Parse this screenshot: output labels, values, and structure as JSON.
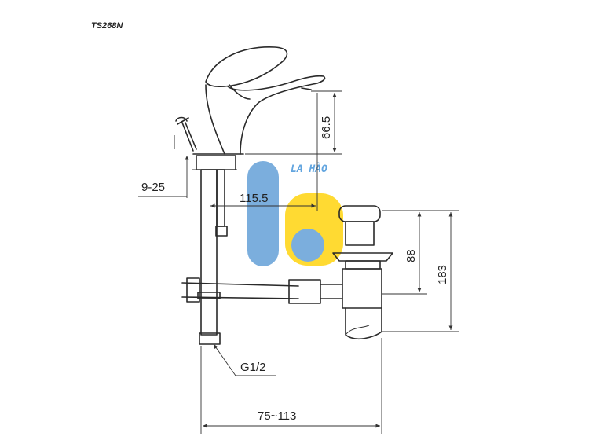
{
  "model_code": "TS268N",
  "watermark": {
    "text": "LA HÀO",
    "blue": "#5b9bd5",
    "yellow": "#ffd200",
    "text_color": "#3c8fd8"
  },
  "dimensions": {
    "spout_height": "66.5",
    "deck_thickness": "9-25",
    "spout_reach": "115.5",
    "drain_top": "88",
    "drain_total": "183",
    "inlet_thread": "G1/2",
    "drain_distance": "75~113"
  }
}
